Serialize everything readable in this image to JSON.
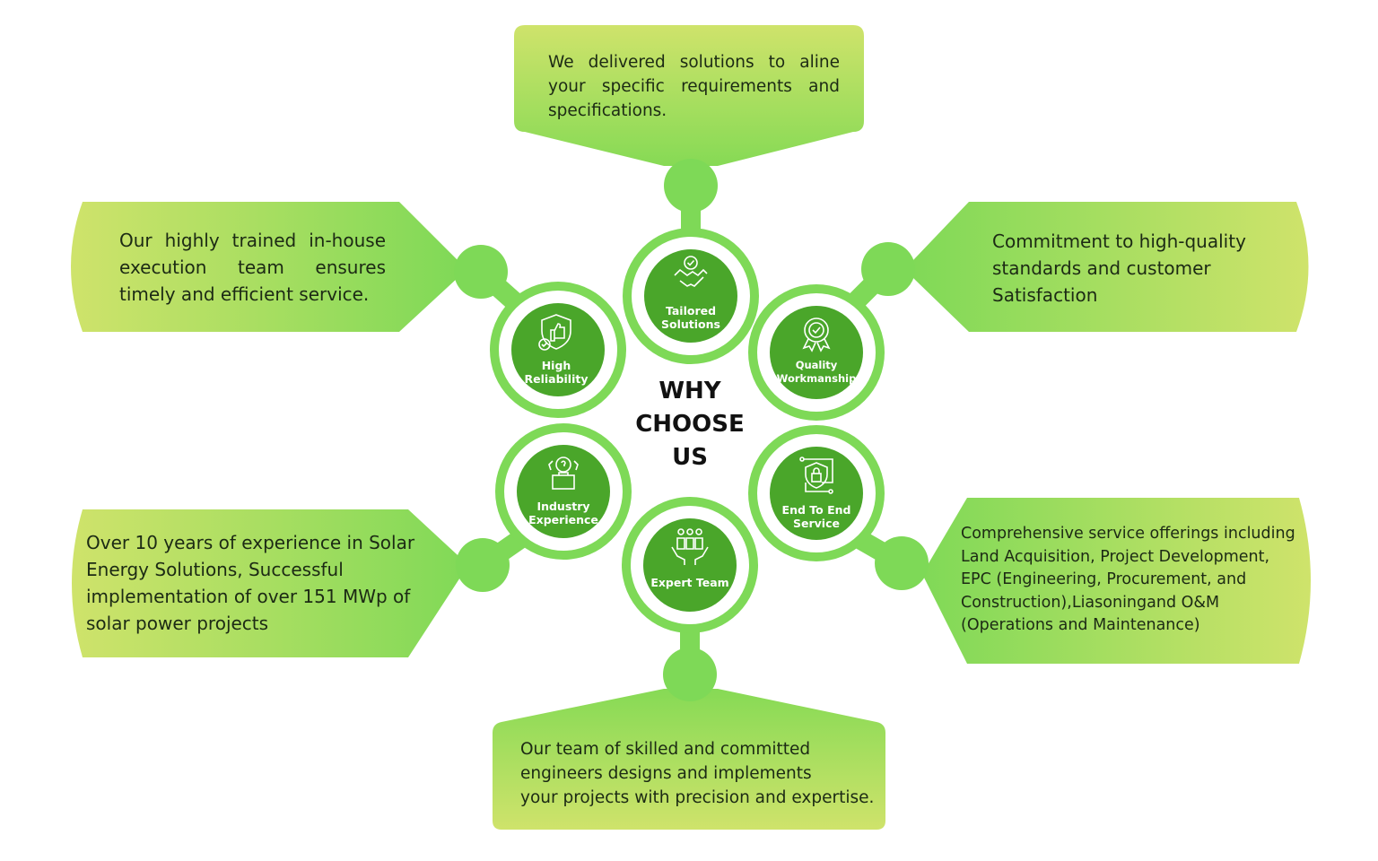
{
  "center_title": [
    "WHY",
    "CHOOSE",
    "US"
  ],
  "colors": {
    "light_green": "#7ed957",
    "dark_green": "#4aa62a",
    "yellow_green": "#cfe26b",
    "text": "#1c2a14"
  },
  "features": [
    {
      "label": [
        "Tailored",
        "Solutions"
      ],
      "icon": "handshake-check-icon",
      "description": [
        "We delivered solutions to aline",
        "your specific requirements and",
        "specifications."
      ]
    },
    {
      "label": [
        "Quality",
        "Workmanship"
      ],
      "icon": "award-badge-icon",
      "description": [
        "Commitment to high-quality",
        "standards and customer",
        "Satisfaction"
      ]
    },
    {
      "label": [
        "End To End",
        "Service"
      ],
      "icon": "shield-lock-icon",
      "description": [
        "Comprehensive service offerings including",
        "Land Acquisition, Project Development,",
        "EPC (Engineering, Procurement, and",
        "Construction),Liasoningand O&M",
        "(Operations and Maintenance)"
      ]
    },
    {
      "label": [
        "Expert Team"
      ],
      "icon": "team-hands-icon",
      "description": [
        "Our team of skilled and committed",
        "engineers designs and implements",
        "your projects with precision and expertise."
      ]
    },
    {
      "label": [
        "Industry",
        "Experience"
      ],
      "icon": "bulb-gear-briefcase-icon",
      "description": [
        "Over 10 years of experience in Solar",
        "Energy Solutions, Successful",
        "implementation of over 151 MWp of",
        "solar power projects"
      ]
    },
    {
      "label": [
        "High",
        "Reliability"
      ],
      "icon": "shield-thumbs-up-icon",
      "description": [
        "Our highly trained in-house",
        "execution team ensures",
        "timely and efficient service."
      ]
    }
  ]
}
